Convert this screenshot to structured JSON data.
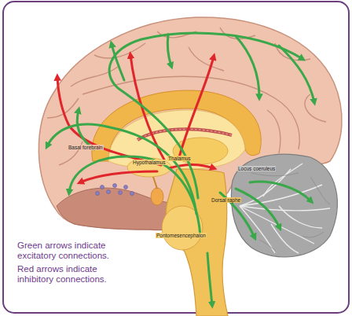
{
  "diagram": {
    "labels": [
      "Basal forebrain",
      "Hypothalamus",
      "Thalamus",
      "Locus coeruleus",
      "Dorsal raphe",
      "Pontomesencephalon",
      "Green arrows indicate excitatory connections.",
      "Red arrows indicate inhibitory connections."
    ]
  }
}
